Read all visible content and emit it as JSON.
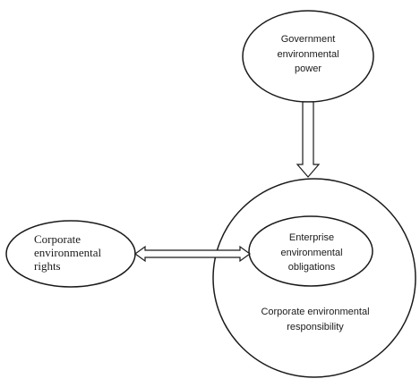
{
  "nodes": {
    "government": {
      "lines": [
        "Government",
        "environmental",
        "power"
      ]
    },
    "rights": {
      "lines": [
        "Corporate",
        "environmental",
        "rights"
      ]
    },
    "obligations": {
      "lines": [
        "Enterprise",
        "environmental",
        "obligations"
      ]
    },
    "responsibility": {
      "lines": [
        "Corporate environmental",
        "responsibility"
      ]
    }
  }
}
